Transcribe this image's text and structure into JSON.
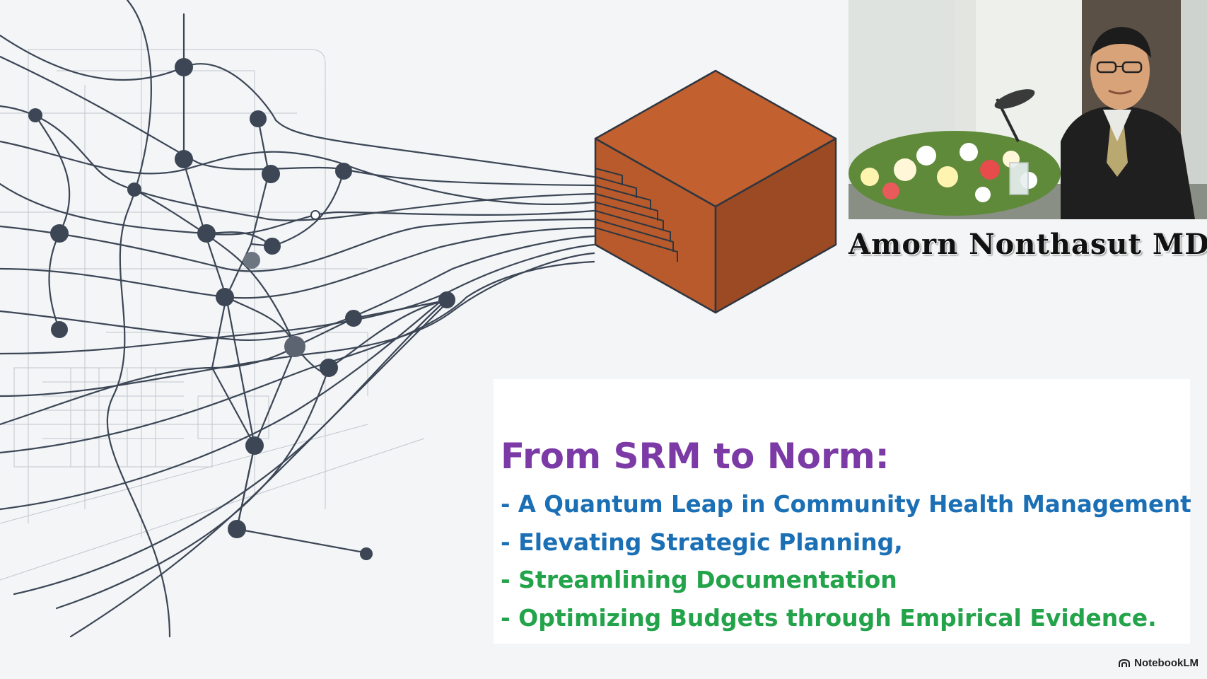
{
  "speaker": {
    "name": "Amorn Nonthasut MD."
  },
  "title_card": {
    "title": "From SRM to Norm:",
    "bullets": [
      "- A Quantum Leap in Community Health Management",
      "- Elevating Strategic Planning,",
      "- Streamlining Documentation",
      "- Optimizing Budgets through Empirical Evidence."
    ]
  },
  "brand": {
    "label": "NotebookLM",
    "icon": "notebooklm-logo-icon"
  },
  "colors": {
    "title": "#7b3aa6",
    "bullet_blue": "#1b6fb5",
    "bullet_green": "#23a34a",
    "cube_front": "#c2612f",
    "network_lines": "#3c4655"
  }
}
